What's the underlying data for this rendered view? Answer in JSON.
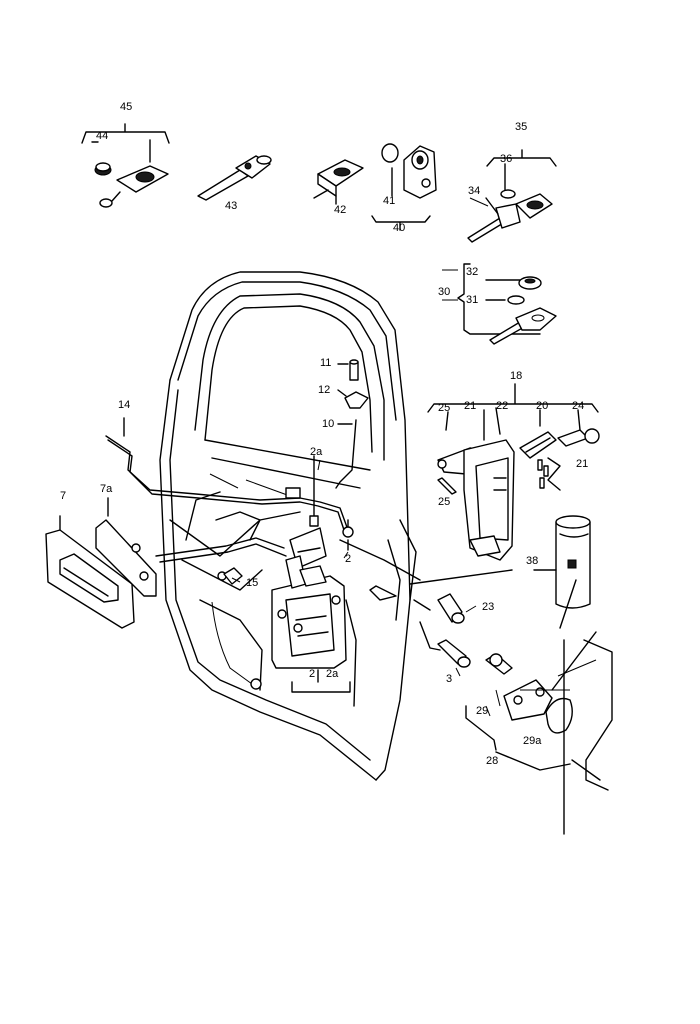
{
  "diagram": {
    "labels": {
      "l45": "45",
      "l44": "44",
      "l43": "43",
      "l42": "42",
      "l41": "41",
      "l40": "40",
      "l35": "35",
      "l36": "36",
      "l34": "34",
      "l32": "32",
      "l30": "30",
      "l31": "31",
      "l11": "11",
      "l12": "12",
      "l10": "10",
      "l14": "14",
      "l2a_top": "2a",
      "l2_right": "2",
      "l7": "7",
      "l7a": "7a",
      "l15": "15",
      "l2_bottom": "2",
      "l2a_bottom": "2a",
      "l18": "18",
      "l25_top": "25",
      "l21_top": "21",
      "l22": "22",
      "l20": "20",
      "l24": "24",
      "l21_right": "21",
      "l25_bottom": "25",
      "l38": "38",
      "l23": "23",
      "l3": "3",
      "l29": "29",
      "l29a": "29a",
      "l28": "28"
    }
  }
}
